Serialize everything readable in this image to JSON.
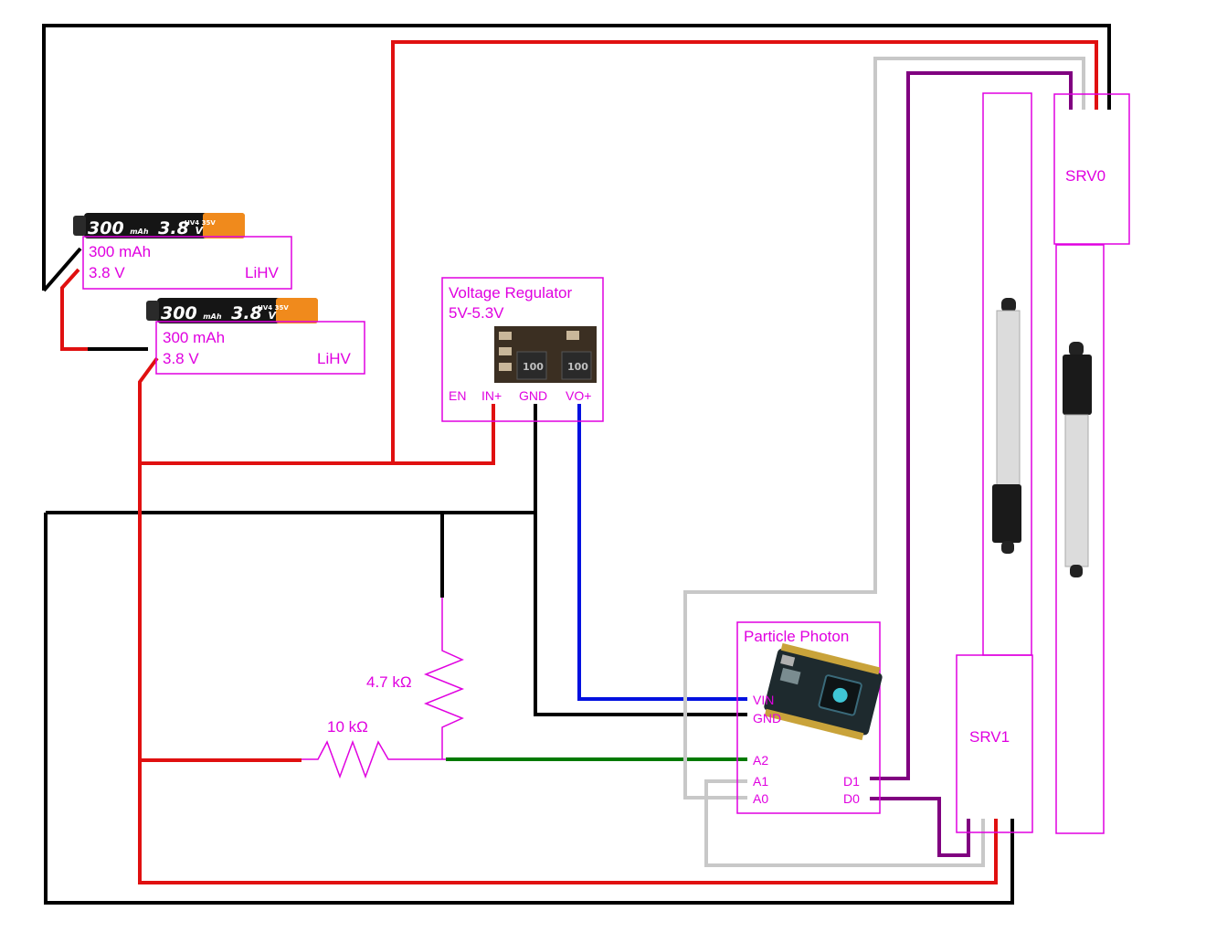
{
  "colors": {
    "label": "#e000e0",
    "wire_red": "#e01010",
    "wire_black": "#000000",
    "wire_blue": "#0010e0",
    "wire_green": "#007a00",
    "wire_purple": "#800080",
    "wire_gray": "#c8c8c8",
    "battery_orange": "#f08a1c"
  },
  "batteries": [
    {
      "capacity": "300 mAh",
      "voltage": "3.8 V",
      "chemistry": "LiHV",
      "label_capacity": "300",
      "label_unit": "mAh",
      "label_voltage": "3.8",
      "label_v": "V",
      "label_hv": "HV4 35V"
    },
    {
      "capacity": "300 mAh",
      "voltage": "3.8 V",
      "chemistry": "LiHV",
      "label_capacity": "300",
      "label_unit": "mAh",
      "label_voltage": "3.8",
      "label_v": "V",
      "label_hv": "HV4 35V"
    }
  ],
  "regulator": {
    "title_line1": "Voltage Regulator",
    "title_line2": "5V-5.3V",
    "chip_marks": [
      "100",
      "100"
    ],
    "pins": [
      "EN",
      "IN+",
      "GND",
      "VO+"
    ]
  },
  "photon": {
    "title": "Particle Photon",
    "left_pins": [
      "VIN",
      "GND",
      "A2",
      "A1",
      "A0"
    ],
    "right_pins": [
      "D1",
      "D0"
    ]
  },
  "resistors": {
    "r1": "4.7 kΩ",
    "r2": "10 kΩ"
  },
  "servos": {
    "srv0": "SRV0",
    "srv1": "SRV1"
  }
}
